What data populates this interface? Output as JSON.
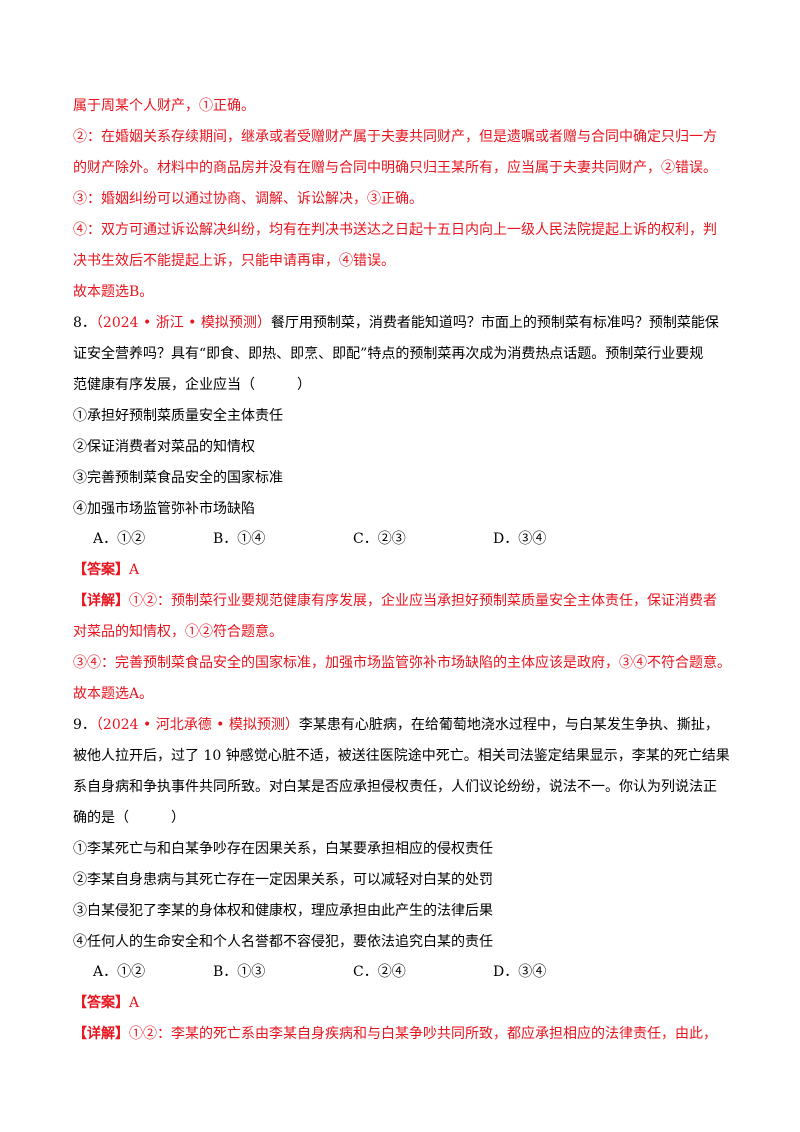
{
  "prev_tail": {
    "l1": "属于周某个人财产，①正确。",
    "l2": "②：在婚姻关系存续期间，继承或者受赠财产属于夫妻共同财产，但是遗嘱或者赠与合同中确定只归一方",
    "l3": "的财产除外。材料中的商品房并没有在赠与合同中明确只归王某所有，应当属于夫妻共同财产，②错误。",
    "l4": "③：婚姻纠纷可以通过协商、调解、诉讼解决，③正确。",
    "l5": "④：双方可通过诉讼解决纠纷，均有在判决书送达之日起十五日内向上一级人民法院提起上诉的权利，判",
    "l6": "决书生效后不能提起上诉，只能申请再审，④错误。",
    "l7": "故本题选B。"
  },
  "q8": {
    "number": "8．",
    "source": "（2024 • 浙江 • 模拟预测）",
    "stem1": "餐厅用预制菜，消费者能知道吗？市面上的预制菜有标准吗？预制菜能保",
    "stem2": "证安全营养吗？具有“即食、即热、即烹、即配”特点的预制菜再次成为消费热点话题。预制菜行业要规",
    "stem3": "范健康有序发展，企业应当（　　　）",
    "s1": "①承担好预制菜质量安全主体责任",
    "s2": "②保证消费者对菜品的知情权",
    "s3": "③完善预制菜食品安全的国家标准",
    "s4": "④加强市场监管弥补市场缺陷",
    "opt_a": "A．①②",
    "opt_b": "B．①④",
    "opt_c": "C．②③",
    "opt_d": "D．③④",
    "answer_tag": "【答案】",
    "answer": "A",
    "detail_tag": "【详解】",
    "detail1": "①②：预制菜行业要规范健康有序发展，企业应当承担好预制菜质量安全主体责任，保证消费者",
    "detail2": "对菜品的知情权，①②符合题意。",
    "detail3": "③④：完善预制菜食品安全的国家标准，加强市场监管弥补市场缺陷的主体应该是政府，③④不符合题意。",
    "conclusion": "故本题选A。"
  },
  "q9": {
    "number": "9．",
    "source": "（2024 • 河北承德 • 模拟预测）",
    "stem1": "李某患有心脏病，在给葡萄地浇水过程中，与白某发生争执、撕扯，",
    "stem2": "被他人拉开后，过了 10 钟感觉心脏不适，被送往医院途中死亡。相关司法鉴定结果显示，李某的死亡结果",
    "stem3": "系自身病和争执事件共同所致。对白某是否应承担侵权责任，人们议论纷纷，说法不一。你认为列说法正",
    "stem4": "确的是（　　　）",
    "s1": "①李某死亡与和白某争吵存在因果关系，白某要承担相应的侵权责任",
    "s2": "②李某自身患病与其死亡存在一定因果关系，可以减轻对白某的处罚",
    "s3": "③白某侵犯了李某的身体权和健康权，理应承担由此产生的法律后果",
    "s4": "④任何人的生命安全和个人名誉都不容侵犯，要依法追究白某的责任",
    "opt_a": "A．①②",
    "opt_b": "B．①③",
    "opt_c": "C．②④",
    "opt_d": "D．③④",
    "answer_tag": "【答案】",
    "answer": "A",
    "detail_tag": "【详解】",
    "detail1": "①②：李某的死亡系由李某自身疾病和与白某争吵共同所致，都应承担相应的法律责任，由此，"
  }
}
